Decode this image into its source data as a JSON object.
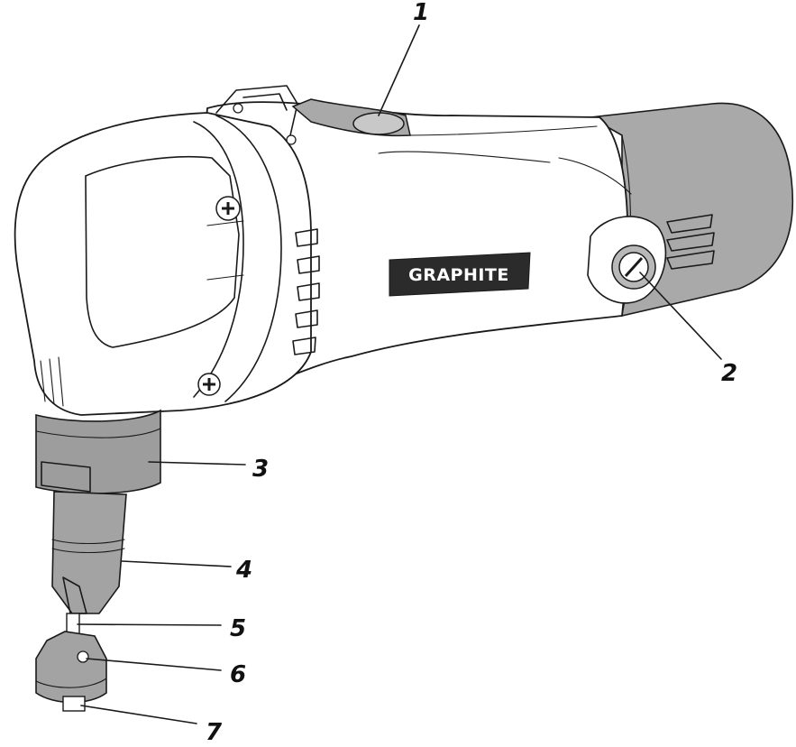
{
  "logo": {
    "text": "GRAPHITE"
  },
  "callouts": [
    {
      "id": "1",
      "label": "1"
    },
    {
      "id": "2",
      "label": "2"
    },
    {
      "id": "3",
      "label": "3"
    },
    {
      "id": "4",
      "label": "4"
    },
    {
      "id": "5",
      "label": "5"
    },
    {
      "id": "6",
      "label": "6"
    },
    {
      "id": "7",
      "label": "7"
    }
  ],
  "colors": {
    "body": "#ffffff",
    "outline": "#1a1a1a",
    "grip": "#a9a9a9",
    "collar": "#9d9d9d",
    "logo_bg": "#2b2b2b"
  }
}
